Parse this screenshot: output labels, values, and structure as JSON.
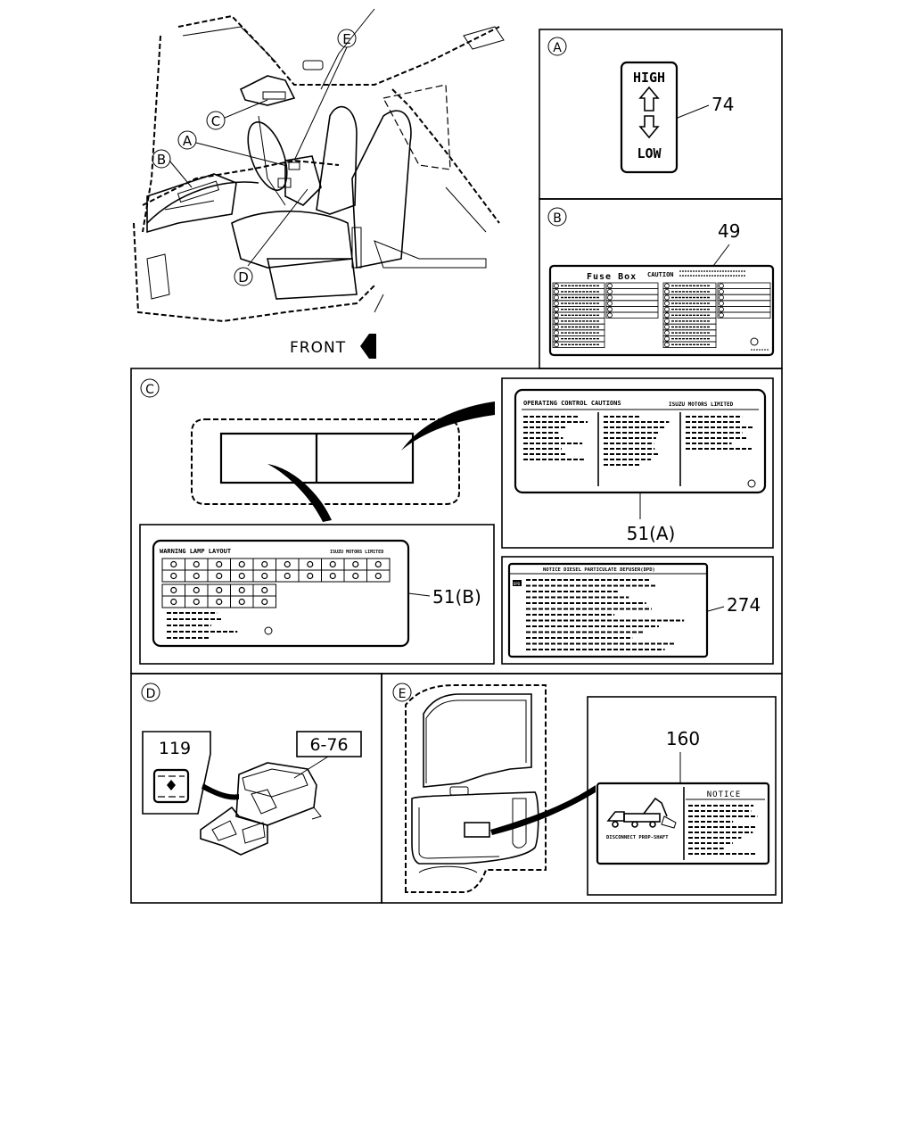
{
  "overview": {
    "front_label": "FRONT",
    "callouts": [
      "A",
      "B",
      "C",
      "D",
      "E"
    ]
  },
  "panel_a": {
    "letter": "A",
    "part_number": "74",
    "label_high": "HIGH",
    "label_low": "LOW"
  },
  "panel_b": {
    "letter": "B",
    "part_number": "49",
    "label_title": "Fuse Box",
    "label_caution": "CAUTION"
  },
  "panel_c": {
    "letter": "C",
    "label_51a": {
      "part_number": "51(A)",
      "title": "OPERATING CONTROL CAUTIONS",
      "maker": "ISUZU MOTORS LIMITED"
    },
    "label_51b": {
      "part_number": "51(B)",
      "title": "WARNING LAMP LAYOUT",
      "maker": "ISUZU MOTORS LIMITED"
    },
    "label_274": {
      "part_number": "274",
      "title": "NOTICE DIESEL PARTICULATE DEFUSER(DPD)",
      "tag": "DPD"
    }
  },
  "panel_d": {
    "letter": "D",
    "part_number_119": "119",
    "part_number_676": "6-76"
  },
  "panel_e": {
    "letter": "E",
    "part_number": "160",
    "notice_title": "NOTICE",
    "caption": "DISCONNECT PROP-SHAFT"
  }
}
